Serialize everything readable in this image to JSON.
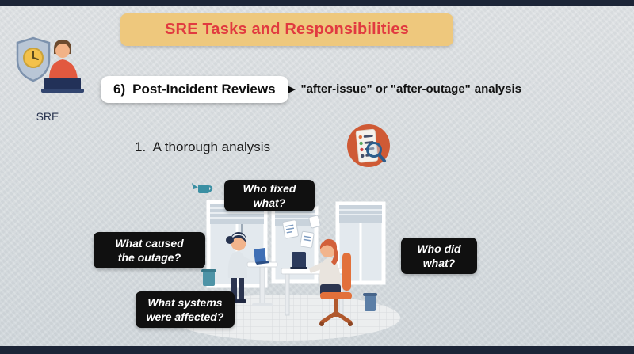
{
  "page": {
    "title_banner": "SRE Tasks and Responsibilities",
    "sre_label": "SRE",
    "heading": {
      "number": "6)",
      "text": "Post-Incident Reviews"
    },
    "subtitle": {
      "arrow": "▶",
      "text": "\"after-issue\" or \"after-outage\"",
      "bold": "analysis"
    },
    "point": "1.  A thorough analysis",
    "callouts": [
      {
        "id": "who-fixed-what",
        "label": "Who fixed\nwhat?"
      },
      {
        "id": "what-caused-the-outage",
        "label": "What caused\nthe outage?"
      },
      {
        "id": "who-did-what",
        "label": "Who did\nwhat?"
      },
      {
        "id": "what-systems-were-affected",
        "label": "What systems\nwere affected?"
      }
    ],
    "colors": {
      "banner_bg": "#eec87d",
      "banner_text": "#e13a40",
      "callout_bg": "#101010",
      "callout_text": "#ffffff",
      "slide_bg": "#dadfe2",
      "letterbox": "#1c2537",
      "analysis_icon_orange": "#cf5a35",
      "chair_orange": "#e2703a"
    }
  }
}
